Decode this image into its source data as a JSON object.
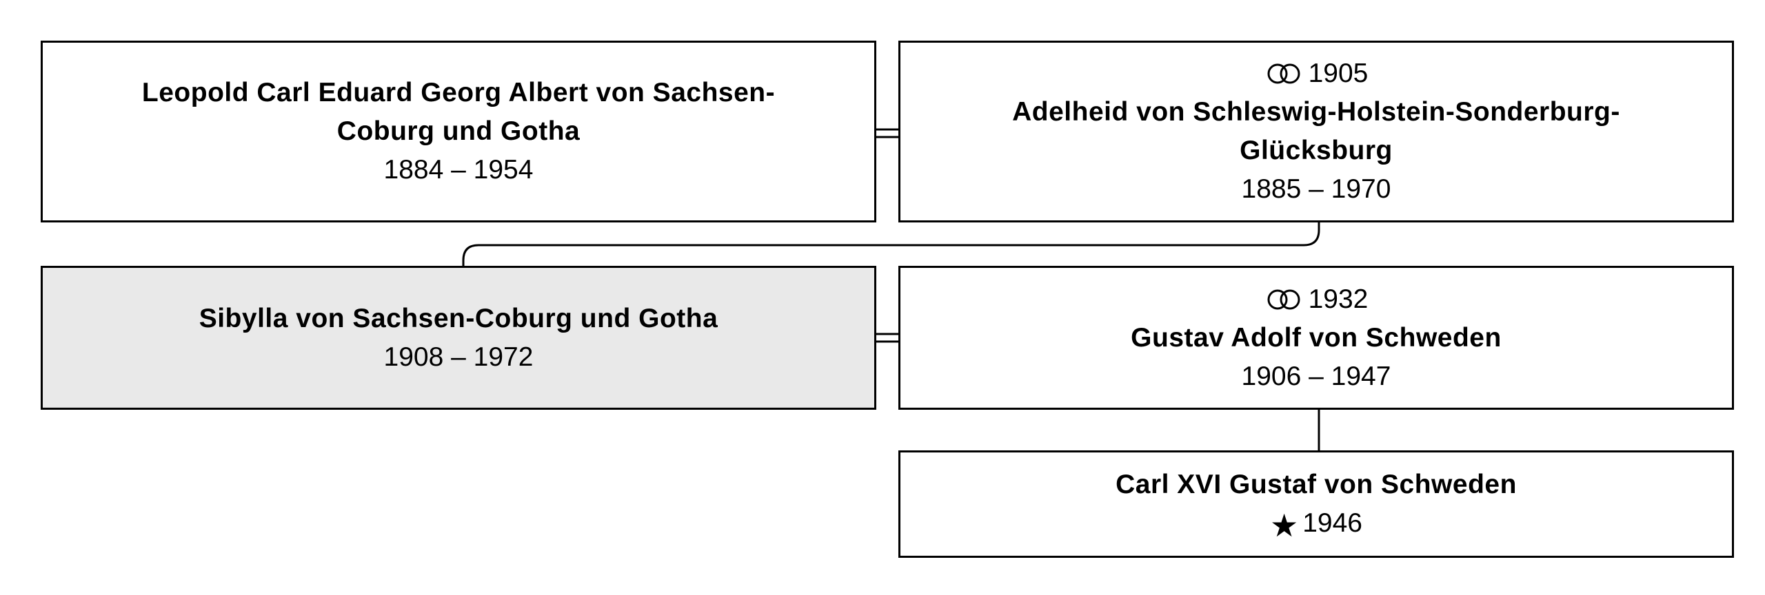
{
  "persons": {
    "leopold": {
      "name": "Leopold Carl Eduard Georg Albert von Sachsen-Coburg und Gotha",
      "name_line1": "Leopold Carl Eduard Georg Albert von Sachsen-",
      "name_line2": "Coburg und Gotha",
      "dates": "1884 – 1954"
    },
    "adelheid": {
      "marriage_year": "1905",
      "name": "Adelheid von Schleswig-Holstein-Sonderburg-Glücksburg",
      "name_line1": "Adelheid von Schleswig-Holstein-Sonderburg-",
      "name_line2": "Glücksburg",
      "dates": "1885 – 1970"
    },
    "sibylla": {
      "name": "Sibylla von Sachsen-Coburg und Gotha",
      "dates": "1908 – 1972"
    },
    "gustav_adolf": {
      "marriage_year": "1932",
      "name": "Gustav Adolf von Schweden",
      "dates": "1906 – 1947"
    },
    "carl_xvi": {
      "name": "Carl XVI Gustaf von Schweden",
      "birth_year": "1946"
    }
  },
  "icons": {
    "marriage": "marriage-rings-icon",
    "birth": "birth-star-icon"
  },
  "colors": {
    "highlight_fill": "#e9e9e9",
    "border": "#000000"
  }
}
